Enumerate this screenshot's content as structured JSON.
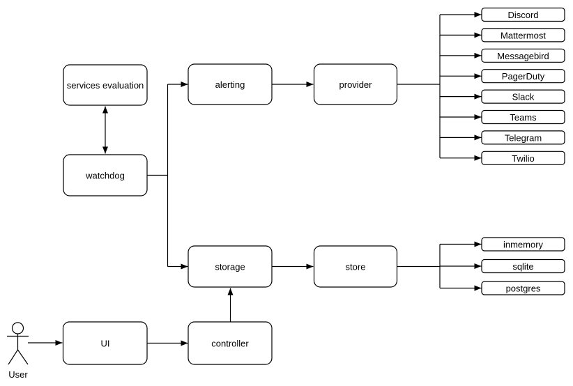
{
  "diagram_type": "flowchart",
  "colors": {
    "background": "#ffffff",
    "node_fill": "#ffffff",
    "stroke": "#000000",
    "text": "#000000"
  },
  "actor": {
    "label": "User"
  },
  "nodes": {
    "services_evaluation": "services evaluation",
    "watchdog": "watchdog",
    "alerting": "alerting",
    "provider": "provider",
    "storage": "storage",
    "store": "store",
    "ui": "UI",
    "controller": "controller"
  },
  "providers": [
    "Discord",
    "Mattermost",
    "Messagebird",
    "PagerDuty",
    "Slack",
    "Teams",
    "Telegram",
    "Twilio"
  ],
  "stores": [
    "inmemory",
    "sqlite",
    "postgres"
  ],
  "edges": [
    {
      "from": "watchdog",
      "to": "services evaluation",
      "style": "bidirectional-arrow"
    },
    {
      "from": "watchdog",
      "to": "alerting",
      "style": "arrow"
    },
    {
      "from": "watchdog",
      "to": "storage",
      "style": "arrow"
    },
    {
      "from": "alerting",
      "to": "provider",
      "style": "arrow"
    },
    {
      "from": "provider",
      "to": [
        "Discord",
        "Mattermost",
        "Messagebird",
        "PagerDuty",
        "Slack",
        "Teams",
        "Telegram",
        "Twilio"
      ],
      "style": "arrow"
    },
    {
      "from": "storage",
      "to": "store",
      "style": "arrow"
    },
    {
      "from": "store",
      "to": [
        "inmemory",
        "sqlite",
        "postgres"
      ],
      "style": "arrow"
    },
    {
      "from": "User",
      "to": "UI",
      "style": "arrow"
    },
    {
      "from": "UI",
      "to": "controller",
      "style": "arrow"
    },
    {
      "from": "controller",
      "to": "storage",
      "style": "arrow"
    }
  ]
}
